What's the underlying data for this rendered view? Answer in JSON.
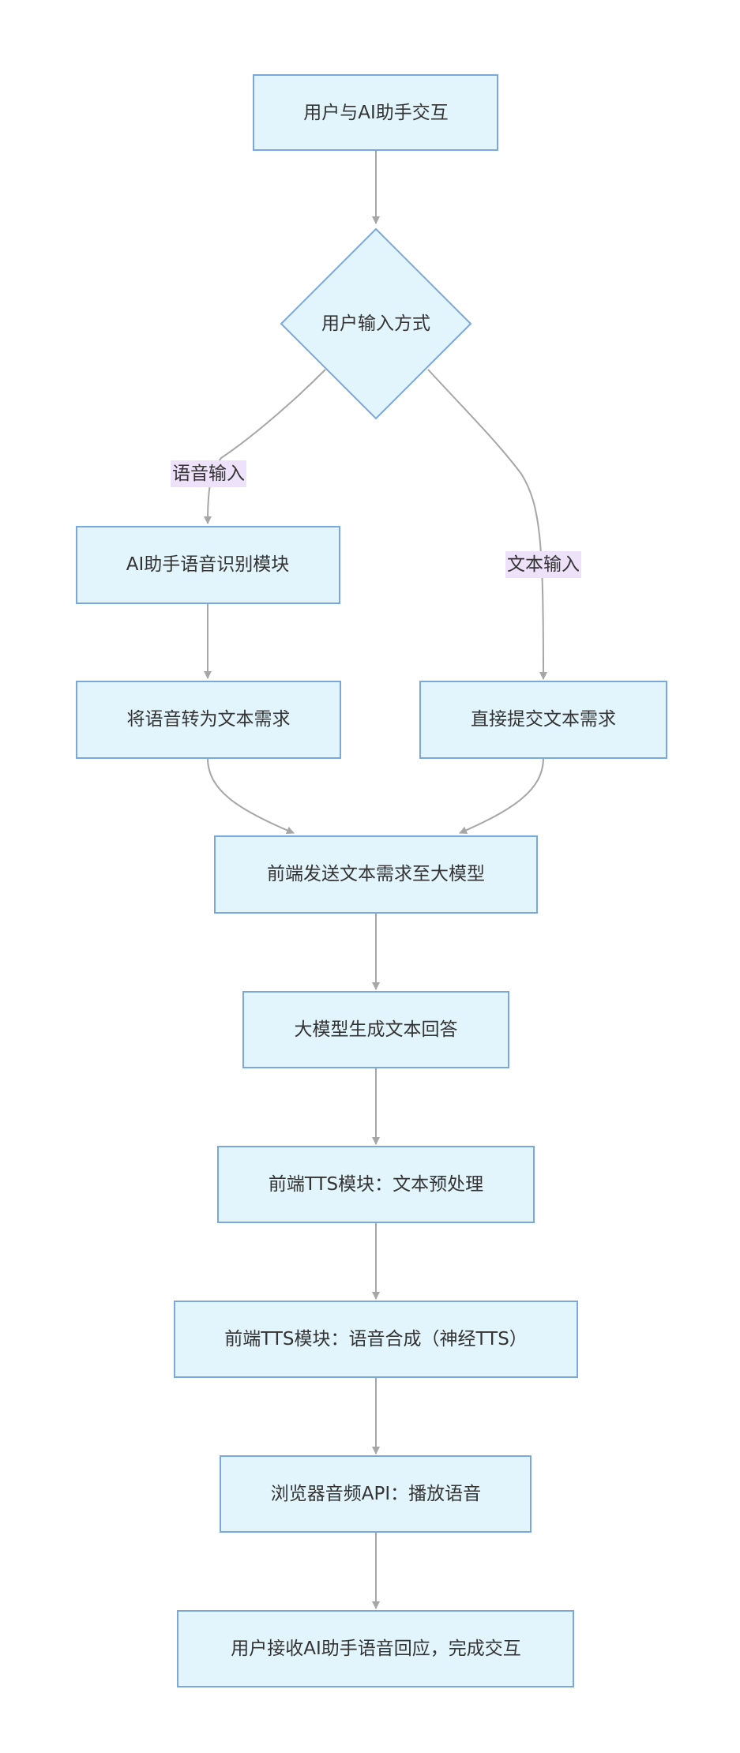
{
  "diagram": {
    "nodes": {
      "start": "用户与AI助手交互",
      "decision": "用户输入方式",
      "asr": "AI助手语音识别模块",
      "speech_to_text": "将语音转为文本需求",
      "direct_text": "直接提交文本需求",
      "send_to_llm": "前端发送文本需求至大模型",
      "llm_answer": "大模型生成文本回答",
      "tts_preprocess": "前端TTS模块：文本预处理",
      "tts_synthesis": "前端TTS模块：语音合成（神经TTS）",
      "audio_play": "浏览器音频API：播放语音",
      "end": "用户接收AI助手语音回应，完成交互"
    },
    "edge_labels": {
      "voice": "语音输入",
      "text": "文本输入"
    },
    "colors": {
      "node_fill": "#e3f5fc",
      "node_stroke": "#7aa7dd",
      "edge": "#a6a6a6",
      "label_bg": "#ede2f9"
    }
  }
}
